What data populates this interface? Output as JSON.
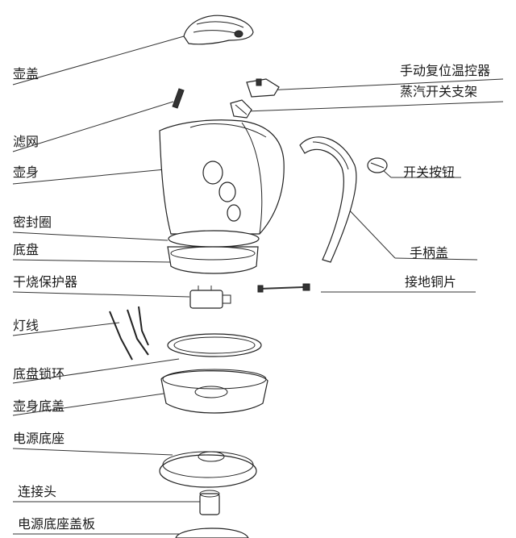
{
  "labels": {
    "lid": "壶盖",
    "thermostat": "手动复位温控器",
    "steam_bracket": "蒸汽开关支架",
    "filter": "滤网",
    "body": "壶身",
    "switch_button": "开关按钮",
    "seal_ring": "密封圈",
    "bottom_plate": "底盘",
    "handle_cover": "手柄盖",
    "dry_protector": "干烧保护器",
    "ground_copper": "接地铜片",
    "lamp_wire": "灯线",
    "plate_lock_ring": "底盘锁环",
    "body_bottom_cover": "壶身底盖",
    "power_base": "电源底座",
    "connector": "连接头",
    "base_cover_plate": "电源底座盖板"
  }
}
